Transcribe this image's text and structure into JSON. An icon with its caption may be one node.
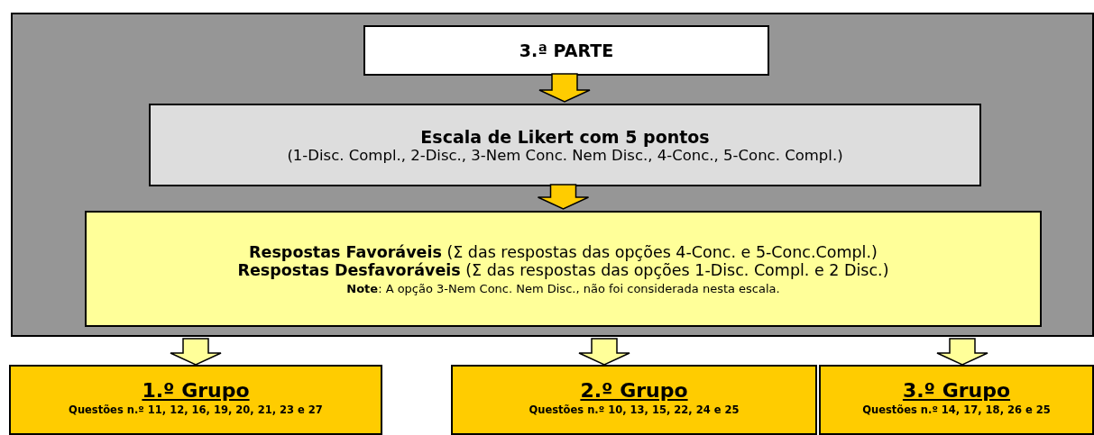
{
  "diagram": {
    "nodes": [
      {
        "text": [],
        "shape": "box"
      },
      {
        "text": [
          "3.ª PARTE"
        ],
        "in": 0
      },
      {
        "text": [
          "Escala de Likert com 5 pontos",
          "(1-Disc. Compl., 2-Disc., 3-Nem Conc. Nem Disc., 4-Conc., 5-Conc. Compl.)"
        ],
        "in": 0
      },
      {
        "text": [
          "**Respostas Favoráveis** (Σ das respostas das opções 4-Conc. e 5-Conc.Compl.)",
          "**Respostas Desfavoráveis** (Σ das respostas das opções 1-Disc. Compl. e 2 Disc.)",
          "**Note**: A opção 3-Nem Conc. Nem Disc., não foi considerada nesta escala."
        ],
        "in": 0
      },
      {
        "text": [
          "1.º Grupo",
          "Questões n.º 11, 12, 16, 19, 20, 21, 23 e 27"
        ]
      },
      {
        "text": [
          "2.º Grupo",
          "Questões n.º 10, 13, 15, 22, 24 e 25"
        ]
      },
      {
        "text": [
          "3.º Grupo",
          "Questões n.º 14, 17, 18, 26 e 25"
        ]
      }
    ],
    "edges": [
      {
        "from": 1,
        "to": 2,
        "arrow": "to",
        "color": "#ffcc00"
      },
      {
        "from": 2,
        "to": 3,
        "arrow": "to",
        "color": "#ffcc00"
      },
      {
        "from": 3,
        "to": 4,
        "arrow": "to"
      },
      {
        "from": 3,
        "to": 5,
        "arrow": "to"
      },
      {
        "from": 3,
        "to": 6,
        "arrow": "to"
      }
    ]
  }
}
